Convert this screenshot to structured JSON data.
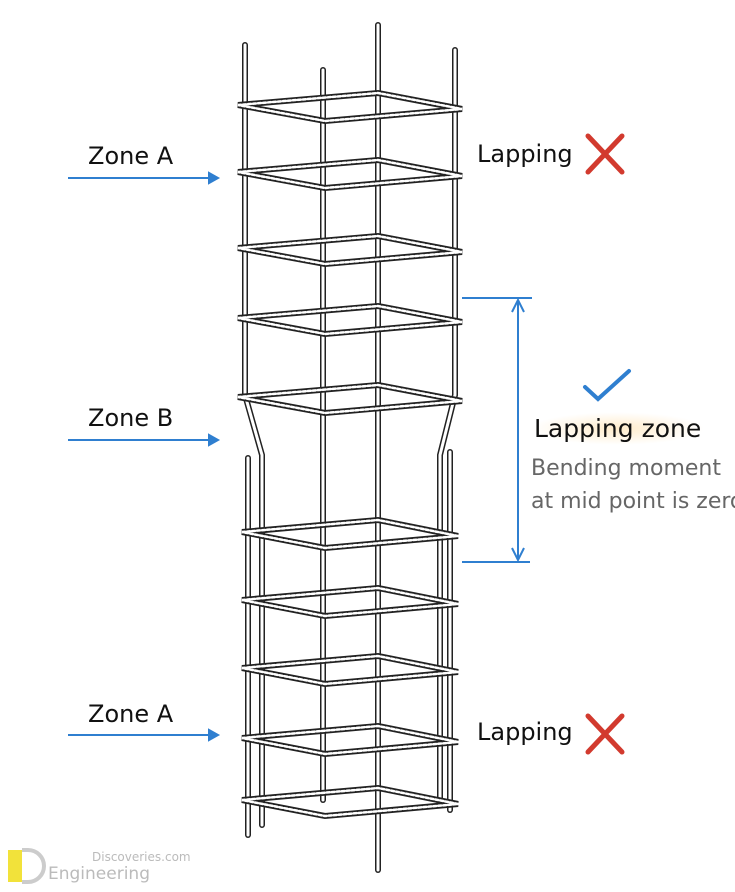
{
  "labels": {
    "zone_top": "Zone A",
    "zone_middle": "Zone B",
    "zone_bottom": "Zone A",
    "lapping_top": "Lapping",
    "lapping_bottom": "Lapping",
    "lapping_zone_title": "Lapping zone",
    "description_line1": "Bending moment",
    "description_line2": "at mid point is zero"
  },
  "logo": {
    "line1": "Discoveries.com",
    "line2": "Engineering",
    "mark": "ED"
  },
  "colors": {
    "arrow": "#2f7fd0",
    "cross": "#d23a2e",
    "check": "#2f7fd0",
    "logo_accent": "#f2e23a"
  },
  "icons": [
    "cross-icon",
    "check-icon",
    "arrow-right-icon",
    "dimension-arrow-icon"
  ]
}
